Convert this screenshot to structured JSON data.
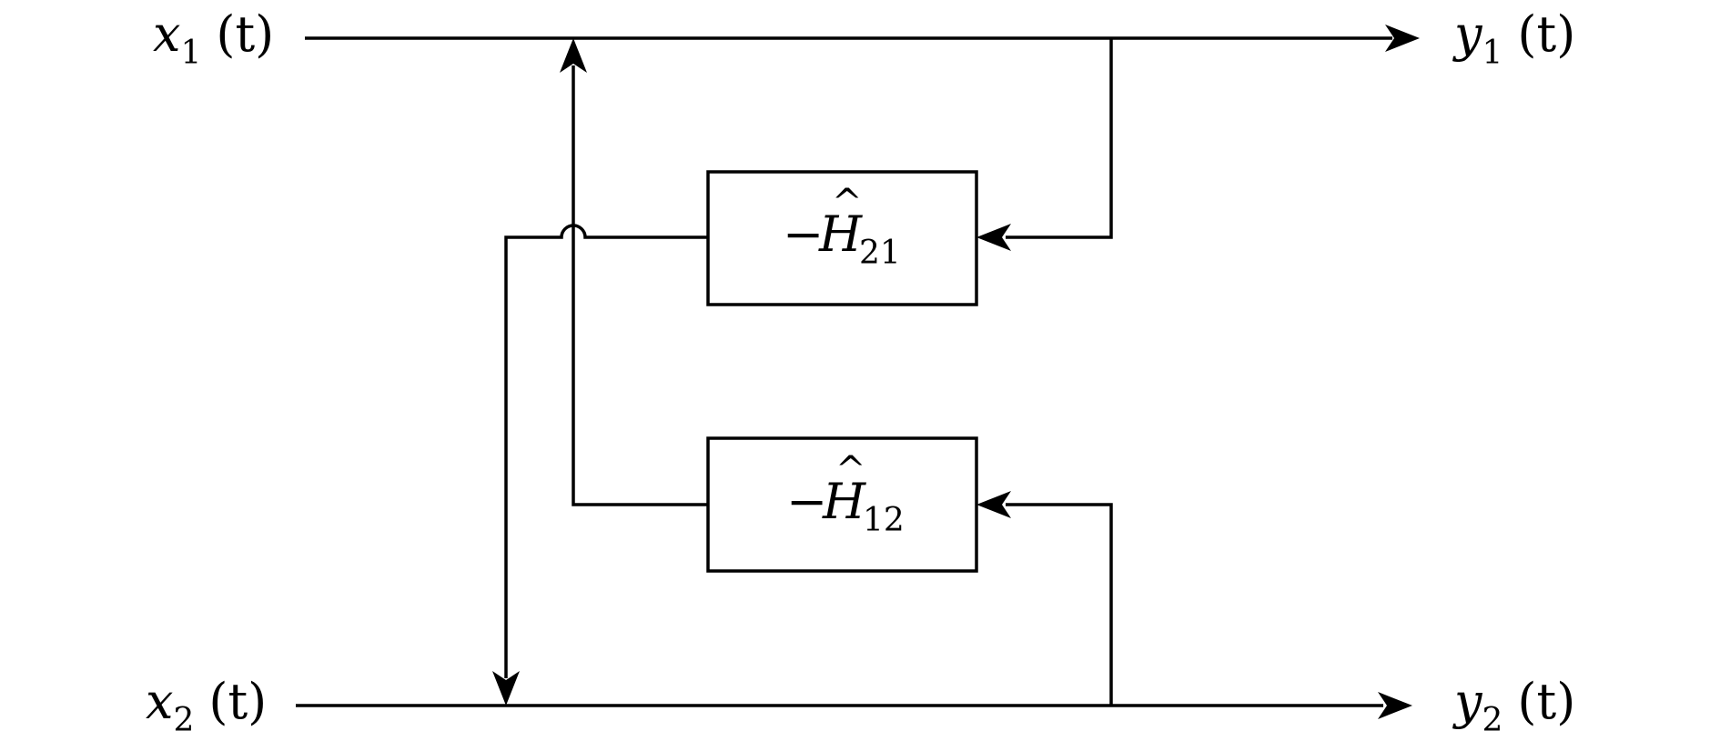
{
  "signals": {
    "x1": {
      "var": "x",
      "sub": "1",
      "arg": "(t)"
    },
    "x2": {
      "var": "x",
      "sub": "2",
      "arg": "(t)"
    },
    "y1": {
      "var": "y",
      "sub": "1",
      "arg": "(t)"
    },
    "y2": {
      "var": "y",
      "sub": "2",
      "arg": "(t)"
    }
  },
  "blocks": {
    "h21": {
      "sign": "−",
      "var": "H",
      "hat": "^",
      "sub": "21"
    },
    "h12": {
      "sign": "−",
      "var": "H",
      "hat": "^",
      "sub": "12"
    }
  }
}
